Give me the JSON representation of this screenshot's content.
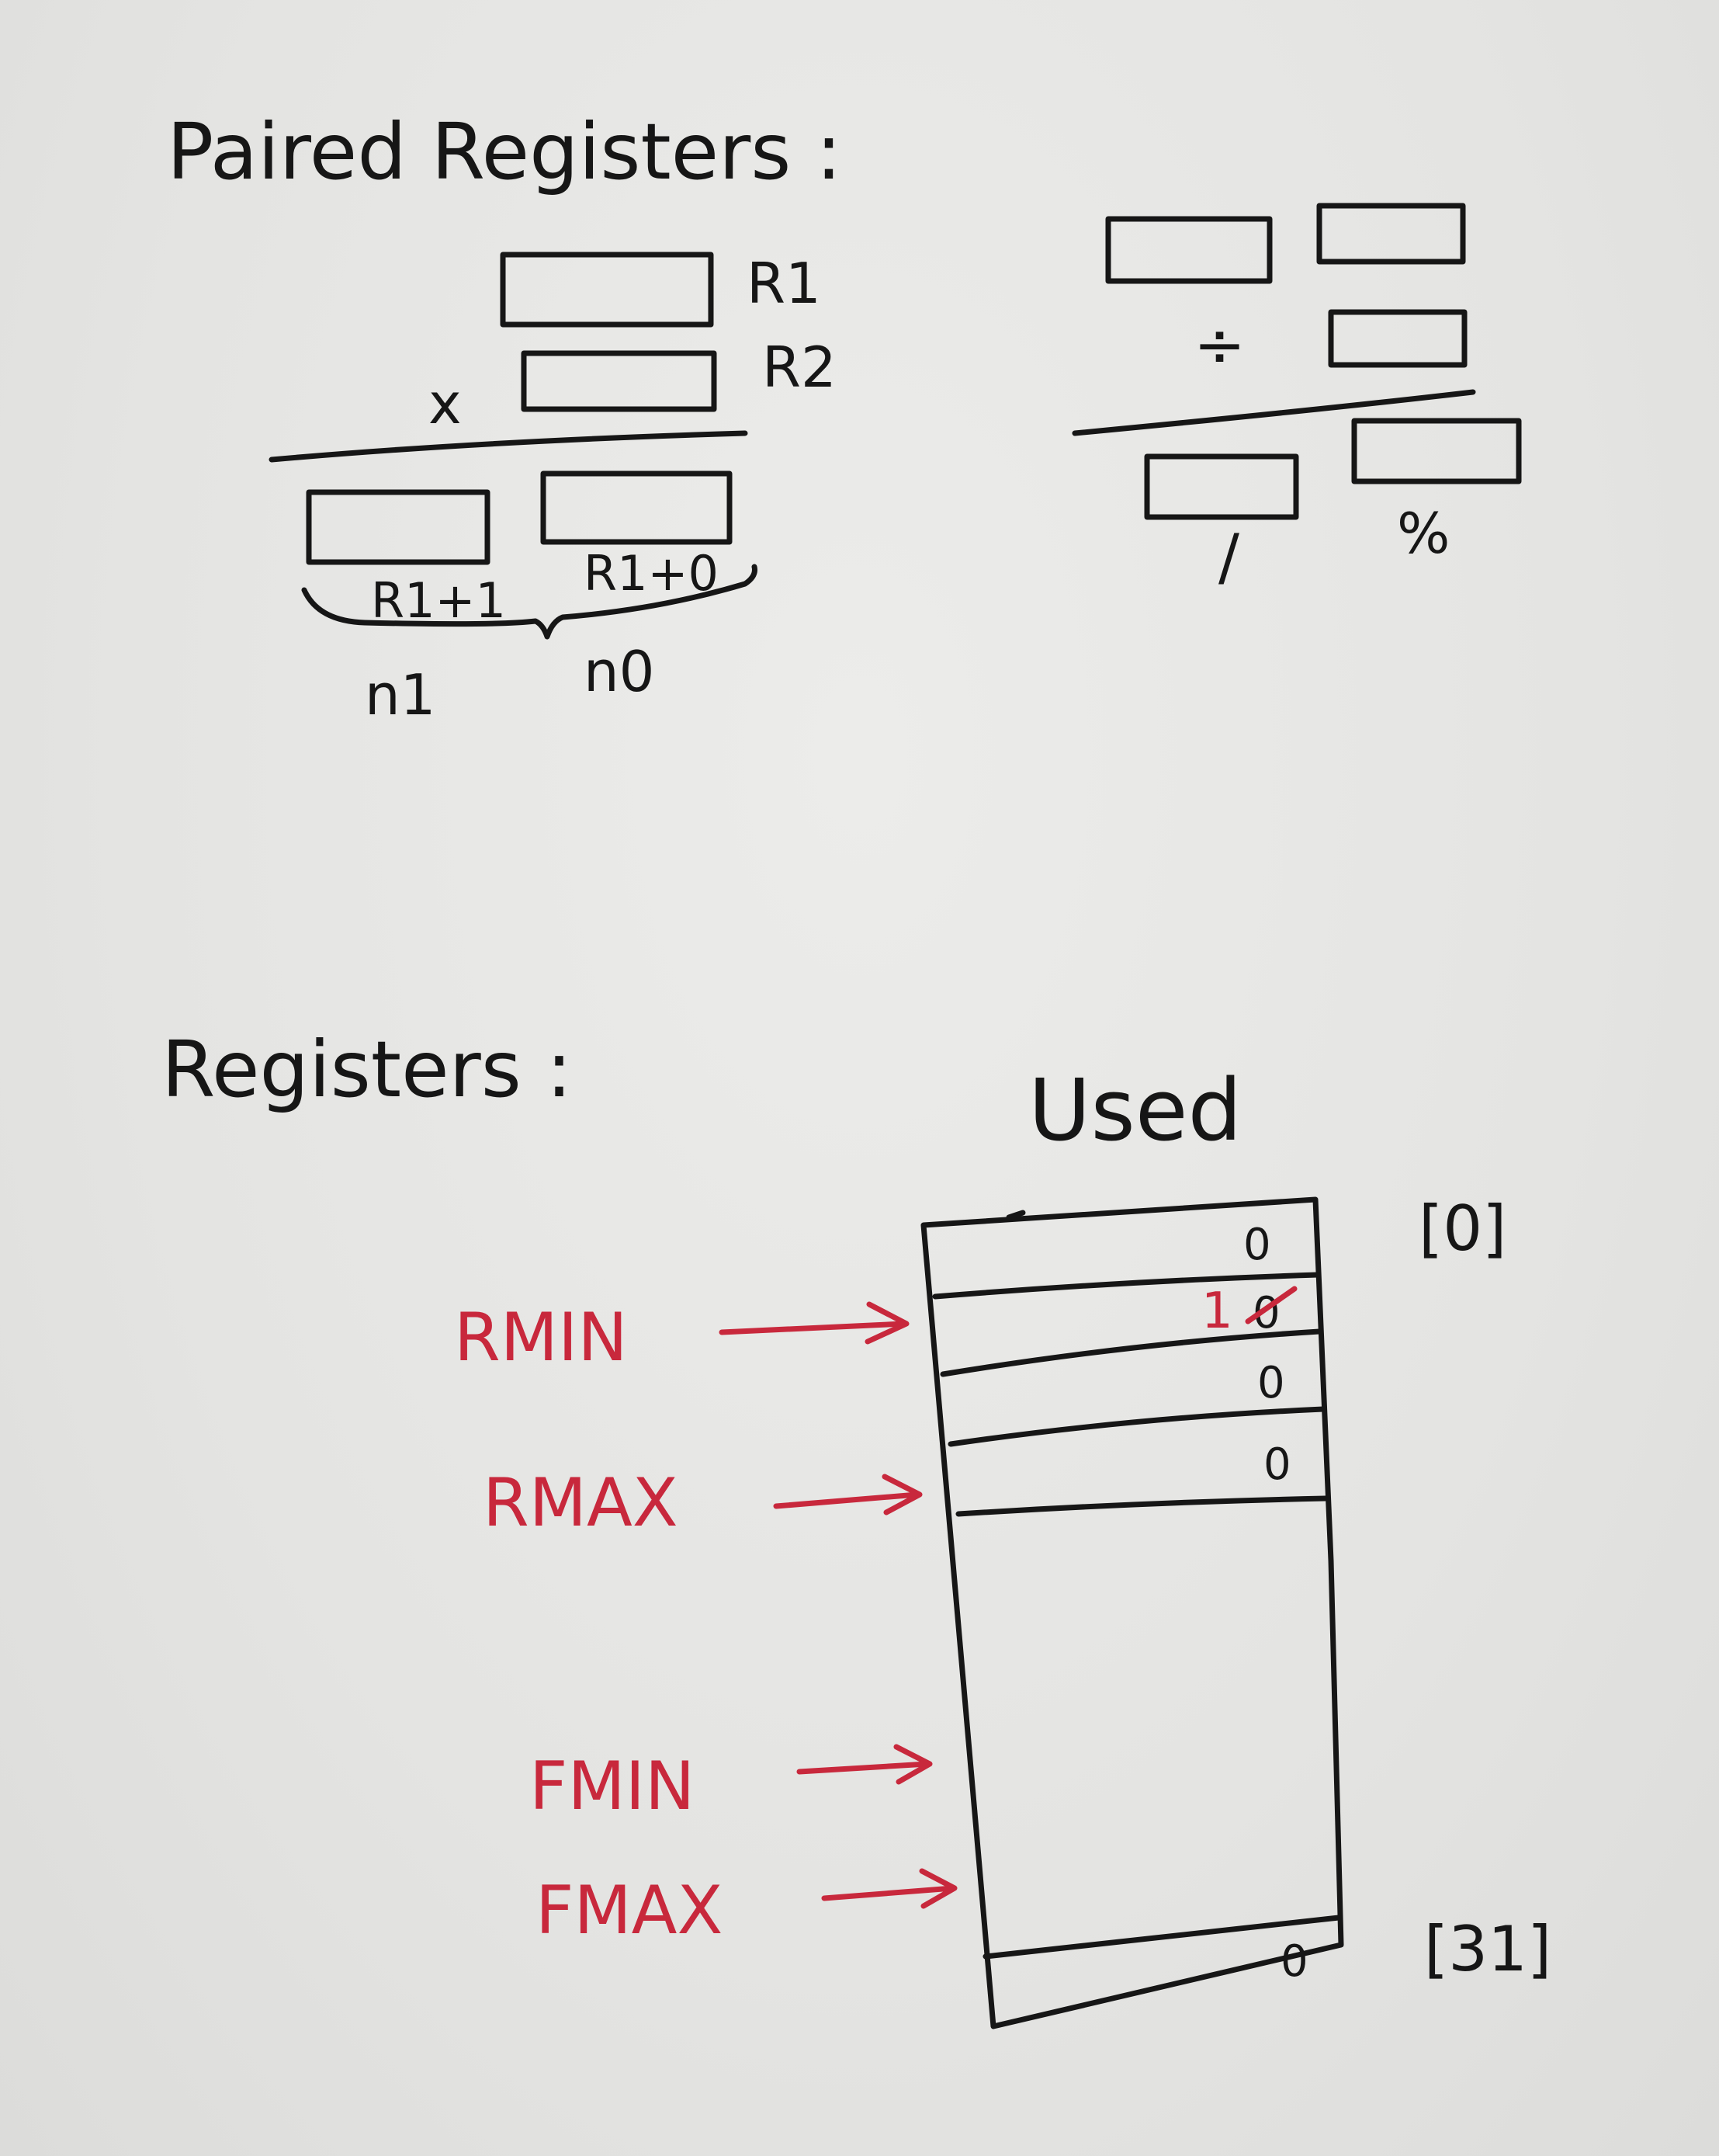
{
  "paired": {
    "title": "Paired Registers :",
    "r1": "R1",
    "r2": "R2",
    "times": "x",
    "r1_plus_1": "R1+1",
    "r1_plus_0": "R1+0",
    "n1": "n1",
    "n0": "n0",
    "divide": "÷",
    "quotient": "/",
    "remainder": "%"
  },
  "registers": {
    "title": "Registers :",
    "column_header": "Used",
    "index_first": "[0]",
    "index_last": "[31]",
    "slots": [
      {
        "value": "0"
      },
      {
        "value": "1",
        "crossed_out": "0"
      },
      {
        "value": "0"
      },
      {
        "value": "0"
      }
    ],
    "last_slot": {
      "value": "0"
    },
    "pointers": [
      "RMIN",
      "RMAX",
      "FMIN",
      "FMAX"
    ]
  },
  "colors": {
    "ink": "#161616",
    "red_ink": "#c8283c",
    "paper": "#e6e6e4"
  }
}
